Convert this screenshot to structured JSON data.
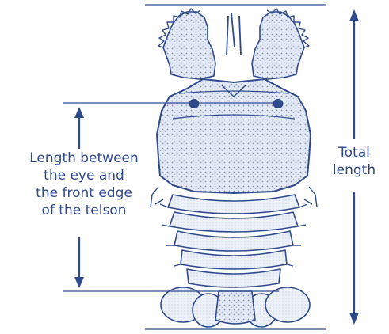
{
  "colors": {
    "ink": "#2e4a8a",
    "shell_fill": "#dfe6f2",
    "shell_dots": "#8fa2c8",
    "background": "#ffffff"
  },
  "subject": "slipper-lobster-dorsal-view",
  "labels": {
    "eye_to_telson": [
      "Length between",
      "the eye and",
      "the front edge",
      "of the telson"
    ],
    "total": [
      "Total",
      "length"
    ]
  }
}
